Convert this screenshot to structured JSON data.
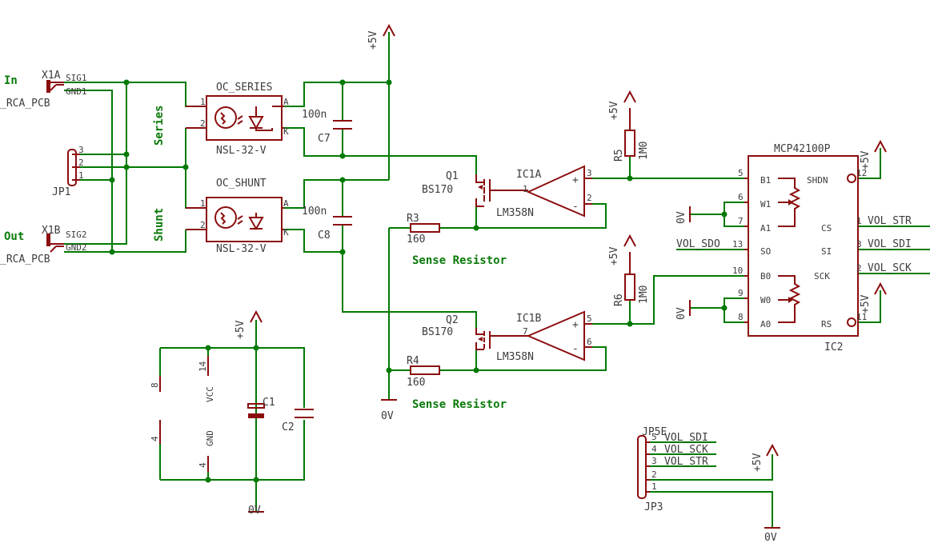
{
  "labels": {
    "in": "In",
    "out": "Out",
    "series": "Series",
    "shunt": "Shunt",
    "sense1": "Sense Resistor",
    "sense2": "Sense Resistor",
    "x1a": "X1A",
    "x1b": "X1B",
    "x1a_lib": "_RCA_PCB",
    "x1b_lib": "_RCA_PCB",
    "sig1": "SIG1",
    "gnd1": "GND1",
    "sig2": "SIG2",
    "gnd2": "GND2",
    "jp1": "JP1",
    "jp1_p3": "3",
    "jp1_p2": "2",
    "jp1_p1": "1",
    "oc_series": "OC_SERIES",
    "oc_shunt": "OC_SHUNT",
    "nsl1": "NSL-32-V",
    "nsl2": "NSL-32-V",
    "ocs_p1": "1",
    "ocs_p2": "2",
    "ocs_a": "A",
    "ocs_k": "K",
    "och_p1": "1",
    "och_p2": "2",
    "och_a": "A",
    "och_k": "K",
    "c7": "C7",
    "c7_val": "100n",
    "c8": "C8",
    "c8_val": "100n",
    "q1": "Q1",
    "q1_val": "BS170",
    "q2": "Q2",
    "q2_val": "BS170",
    "ic1a": "IC1A",
    "ic1b": "IC1B",
    "lm1": "LM358N",
    "lm2": "LM358N",
    "ic1a_p1": "1",
    "ic1a_p2": "2",
    "ic1a_p3": "3",
    "ic1b_p5": "5",
    "ic1b_p6": "6",
    "ic1b_p7": "7",
    "r3": "R3",
    "r3_val": "160",
    "r4": "R4",
    "r4_val": "160",
    "r5": "R5",
    "r5_val": "1M0",
    "r6": "R6",
    "r6_val": "1M0",
    "vcc_top": "+5V",
    "vcc_r5": "+5V",
    "vcc_r6": "+5V",
    "vcc_pw": "+5V",
    "vcc_ic2a": "+5V",
    "vcc_ic2b": "+5V",
    "vcc_jp3": "+5V",
    "gnd_r": "0V",
    "gnd_pw": "0V",
    "gnd_ic2a": "0V",
    "gnd_ic2b": "0V",
    "gnd_jp3": "0V",
    "ic2_name": "MCP42100P",
    "ic2": "IC2",
    "ic2_b1": "B1",
    "ic2_w1": "W1",
    "ic2_a1": "A1",
    "ic2_so": "SO",
    "ic2_b0": "B0",
    "ic2_w0": "W0",
    "ic2_a0": "A0",
    "ic2_shdn": "SHDN",
    "ic2_cs": "CS",
    "ic2_si": "SI",
    "ic2_sck": "SCK",
    "ic2_rs": "RS",
    "ic2_p5": "5",
    "ic2_p6": "6",
    "ic2_p7": "7",
    "ic2_p13": "13",
    "ic2_p10": "10",
    "ic2_p9": "9",
    "ic2_p8": "8",
    "ic2_p12": "12",
    "ic2_p1": "1",
    "ic2_p3": "3",
    "ic2_p2": "2",
    "ic2_p11": "11",
    "net_str": "VOL_STR",
    "net_sdi": "VOL_SDI",
    "net_sck": "VOL_SCK",
    "net_sdo": "VOL_SDO",
    "pw_p8": "8",
    "pw_p4": "4",
    "pw_p14": "14",
    "pw_p4b": "4",
    "pw_vcc": "VCC",
    "pw_gnd": "GND",
    "c1": "C1",
    "c2": "C2",
    "jp5e": "JP5E",
    "jp3": "JP3",
    "jp3_p5": "5",
    "jp3_p4": "4",
    "jp3_p3": "3",
    "jp3_p2": "2",
    "jp3_p1": "1",
    "jp3_n5": "VOL_SDI",
    "jp3_n4": "VOL_SCK",
    "jp3_n3": "VOL_STR"
  }
}
